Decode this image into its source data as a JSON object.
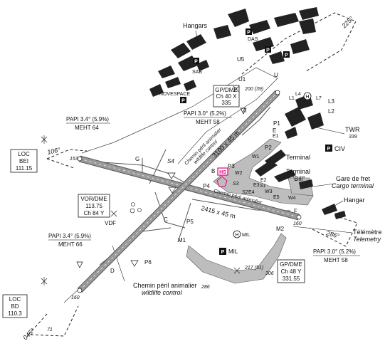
{
  "colors": {
    "runway": "#9a9a9a",
    "runway_border": "#555555",
    "building": "#222222",
    "apron": "#bdbdbd",
    "helipad_accent": "#e6007e",
    "background": "#ffffff"
  },
  "labels": {
    "hangars_top": "Hangars",
    "hangar_right": "Hangar",
    "terminal": "Terminal",
    "terminal_bill_1": "Terminal",
    "terminal_bill_2": "\"Bill\"",
    "gare_de_fret": "Gare de fret",
    "cargo_terminal": "Cargo terminal",
    "telemetre": "Télémètre",
    "telemetry": "Telemetry",
    "twr": "TWR",
    "twr_freq": "339",
    "civ": "CIV",
    "mil_badge": "MIL",
    "mil_heli": "MIL",
    "sab": "SAB",
    "novespace": "NOVESPACE",
    "vdf": "VDF",
    "das": "DAS",
    "helipad": "HS",
    "chemin_top_1": "Chemin péril animalier",
    "chemin_top_2": "wildlife control",
    "chemin_bottom_1": "Chemin péril animalier",
    "chemin_bottom_2": "wildlife control",
    "chemin_small": "Chemin péril animalier"
  },
  "runways": {
    "main_dims": "3100 x 45 m",
    "cross_dims": "2415 x 45 m",
    "heading_106": "106°",
    "heading_286": "286°",
    "heading_045": "045°",
    "heading_225": "225°",
    "thr_153": "153",
    "thr_160_left": "160",
    "thr_160_right": "160",
    "thr_71": "71",
    "elev_200_39": "200 (39)",
    "elev_217_51": "217 (51)",
    "elev_306": "306",
    "elev_286": "286"
  },
  "navaids": {
    "loc_bei": {
      "l1": "LOC",
      "l2": "BEI",
      "l3": "111.15"
    },
    "loc_bd": {
      "l1": "LOC",
      "l2": "BD",
      "l3": "110.3"
    },
    "vor_dme": {
      "l1": "VOR/DME",
      "l2": "113.75",
      "l3": "Ch 84 Y"
    },
    "gp_dme_top": {
      "l1": "GP/DME",
      "l2": "Ch 40 X",
      "l3": "335"
    },
    "gp_dme_bottom": {
      "l1": "GP/DME",
      "l2": "Ch 48 Y",
      "l3": "331.55"
    },
    "papi_left_top": {
      "l1": "PAPI 3.4° (5.9%)",
      "l2": "MEHT 64"
    },
    "papi_left_bottom": {
      "l1": "PAPI 3.4° (5.9%)",
      "l2": "MEHT 66"
    },
    "papi_right_top": {
      "l1": "PAPI 3.0° (5.2%)",
      "l2": "MEHT 58"
    },
    "papi_right_bottom": {
      "l1": "PAPI 3.0° (5.2%)",
      "l2": "MEHT 58"
    }
  },
  "taxiways": {
    "A": "A",
    "B": "B",
    "C": "C",
    "D": "D",
    "E": "E",
    "F": "F",
    "G": "G",
    "E1": "E1",
    "E2": "E2",
    "E3": "E3",
    "E4": "E4",
    "E5": "E5",
    "W1": "W1",
    "W2": "W2",
    "W3": "W3",
    "W4": "W4",
    "P1": "P1",
    "P2": "P2",
    "P3": "P3",
    "P4": "P4",
    "P5": "P5",
    "P6": "P6",
    "S1": "S1",
    "S2": "S2",
    "S3": "S3",
    "S4": "S4",
    "U": "U",
    "U1": "U1",
    "U5": "U5",
    "L1": "L1",
    "L2": "L2",
    "L3": "L3",
    "L4": "L4",
    "L7": "L7",
    "M1": "M1",
    "M2": "M2",
    "H": "H"
  },
  "parking_badge": "P"
}
